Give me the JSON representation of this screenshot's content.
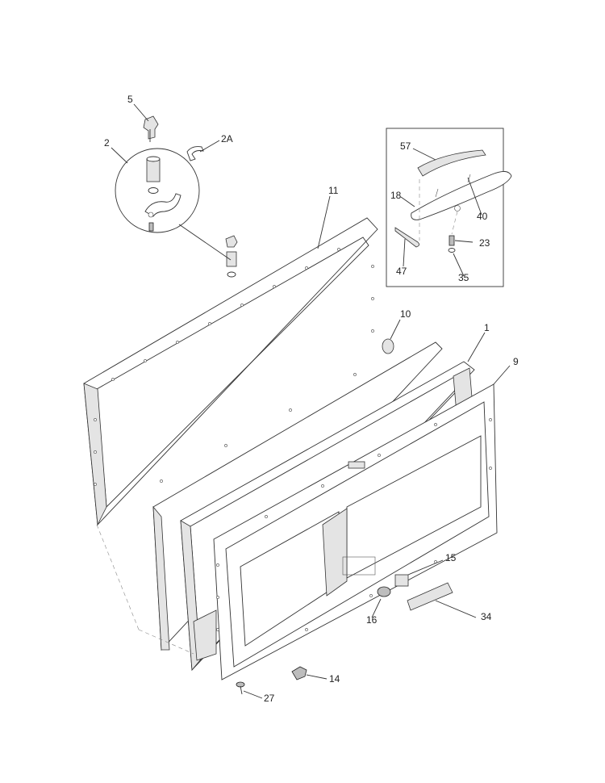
{
  "callouts": [
    {
      "id": "5",
      "label": "5"
    },
    {
      "id": "2",
      "label": "2"
    },
    {
      "id": "2A",
      "label": "2A"
    },
    {
      "id": "11",
      "label": "11"
    },
    {
      "id": "57",
      "label": "57"
    },
    {
      "id": "18",
      "label": "18"
    },
    {
      "id": "40",
      "label": "40"
    },
    {
      "id": "23",
      "label": "23"
    },
    {
      "id": "47",
      "label": "47"
    },
    {
      "id": "35",
      "label": "35"
    },
    {
      "id": "10",
      "label": "10"
    },
    {
      "id": "1",
      "label": "1"
    },
    {
      "id": "9",
      "label": "9"
    },
    {
      "id": "15",
      "label": "15"
    },
    {
      "id": "16",
      "label": "16"
    },
    {
      "id": "34",
      "label": "34"
    },
    {
      "id": "14",
      "label": "14"
    },
    {
      "id": "27",
      "label": "27"
    }
  ]
}
